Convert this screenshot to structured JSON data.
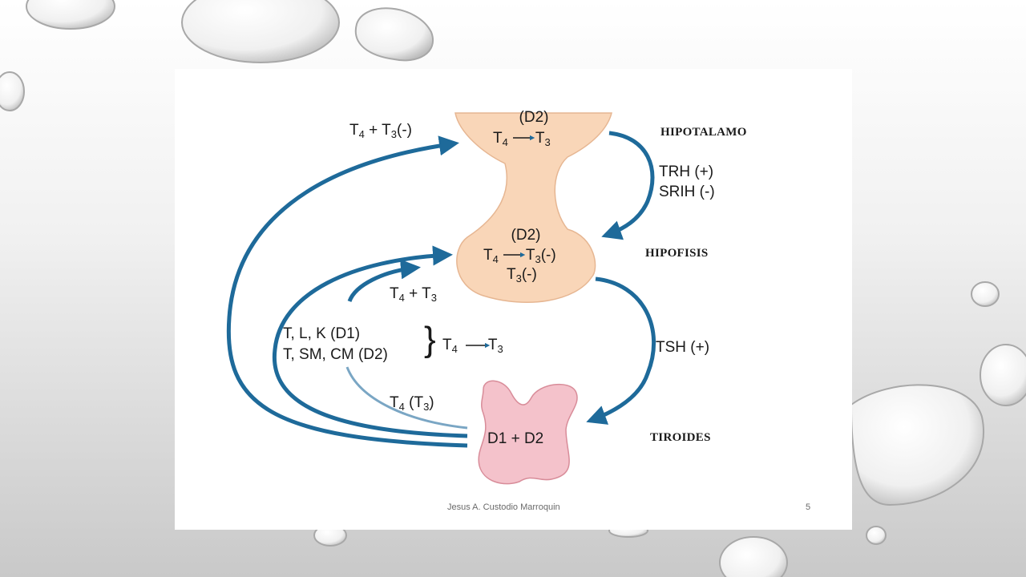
{
  "organs": {
    "hypothalamus": "HIPOTALAMO",
    "pituitary": "HIPOFISIS",
    "thyroid": "TIROIDES"
  },
  "hypothalamus_box": {
    "enzyme": "(D2)",
    "conv_from": "T",
    "conv_from_sub": "4",
    "arrow": "→",
    "conv_to": "T",
    "conv_to_sub": "3"
  },
  "pituitary_box": {
    "enzyme": "(D2)",
    "conv_from": "T",
    "conv_from_sub": "4",
    "arrow": "→",
    "conv_to": "T",
    "conv_to_sub": "3",
    "conv_suffix": "(-)",
    "line3": "T",
    "line3_sub": "3",
    "line3_suffix": "(-)"
  },
  "thyroid_box": {
    "enzymes": "D1 + D2"
  },
  "arrows": {
    "to_hypothalamus": {
      "a": "T",
      "a_sub": "4",
      "op": " + T",
      "b_sub": "3",
      "suffix": "(-)"
    },
    "to_pituitary": {
      "a": "T",
      "a_sub": "4",
      "op": " + T",
      "b_sub": "3"
    },
    "trh": "TRH (+)",
    "srih": "SRIH (-)",
    "tsh": "TSH (+)",
    "from_thyroid": {
      "a": "T",
      "a_sub": "4",
      "mid": " (T",
      "b_sub": "3",
      "end": ")"
    }
  },
  "peripheral": {
    "line1": "T, L, K (D1)",
    "line2": "T, SM, CM (D2)",
    "brace": "}",
    "conv_from": "T",
    "conv_from_sub": "4",
    "arrow": "→",
    "conv_to": "T",
    "conv_to_sub": "3"
  },
  "footer": {
    "author": "Jesus A. Custodio Marroquin",
    "page": "5"
  },
  "colors": {
    "arrow_blue": "#1e6a9a",
    "gland_fill": "#f9d6b8",
    "gland_stroke": "#e6b692",
    "thyroid_fill": "#f4c2cb",
    "thyroid_stroke": "#d88c99"
  }
}
